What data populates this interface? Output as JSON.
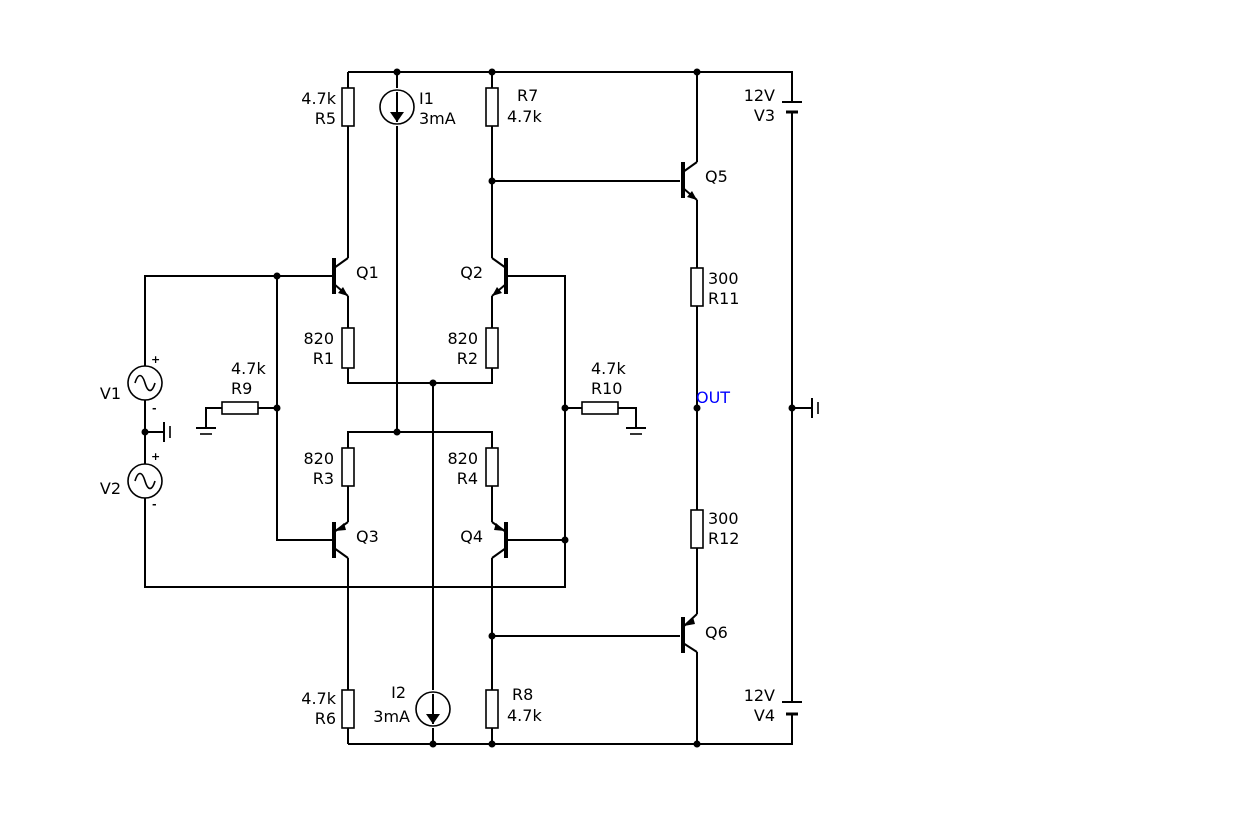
{
  "components": {
    "R1": {
      "name": "R1",
      "value": "820"
    },
    "R2": {
      "name": "R2",
      "value": "820"
    },
    "R3": {
      "name": "R3",
      "value": "820"
    },
    "R4": {
      "name": "R4",
      "value": "820"
    },
    "R5": {
      "name": "R5",
      "value": "4.7k"
    },
    "R6": {
      "name": "R6",
      "value": "4.7k"
    },
    "R7": {
      "name": "R7",
      "value": "4.7k"
    },
    "R8": {
      "name": "R8",
      "value": "4.7k"
    },
    "R9": {
      "name": "R9",
      "value": "4.7k"
    },
    "R10": {
      "name": "R10",
      "value": "4.7k"
    },
    "R11": {
      "name": "R11",
      "value": "300"
    },
    "R12": {
      "name": "R12",
      "value": "300"
    },
    "I1": {
      "name": "I1",
      "value": "3mA"
    },
    "I2": {
      "name": "I2",
      "value": "3mA"
    },
    "V1": {
      "name": "V1"
    },
    "V2": {
      "name": "V2"
    },
    "V3": {
      "name": "V3",
      "value": "12V"
    },
    "V4": {
      "name": "V4",
      "value": "12V"
    },
    "Q1": {
      "name": "Q1"
    },
    "Q2": {
      "name": "Q2"
    },
    "Q3": {
      "name": "Q3"
    },
    "Q4": {
      "name": "Q4"
    },
    "Q5": {
      "name": "Q5"
    },
    "Q6": {
      "name": "Q6"
    }
  },
  "net_labels": {
    "out": {
      "text": "OUT",
      "color": "#0000ff"
    }
  },
  "polarity": {
    "plus": "+",
    "minus": "-"
  },
  "colors": {
    "wire": "#000000",
    "background": "#ffffff",
    "net_label": "#0000ff"
  }
}
